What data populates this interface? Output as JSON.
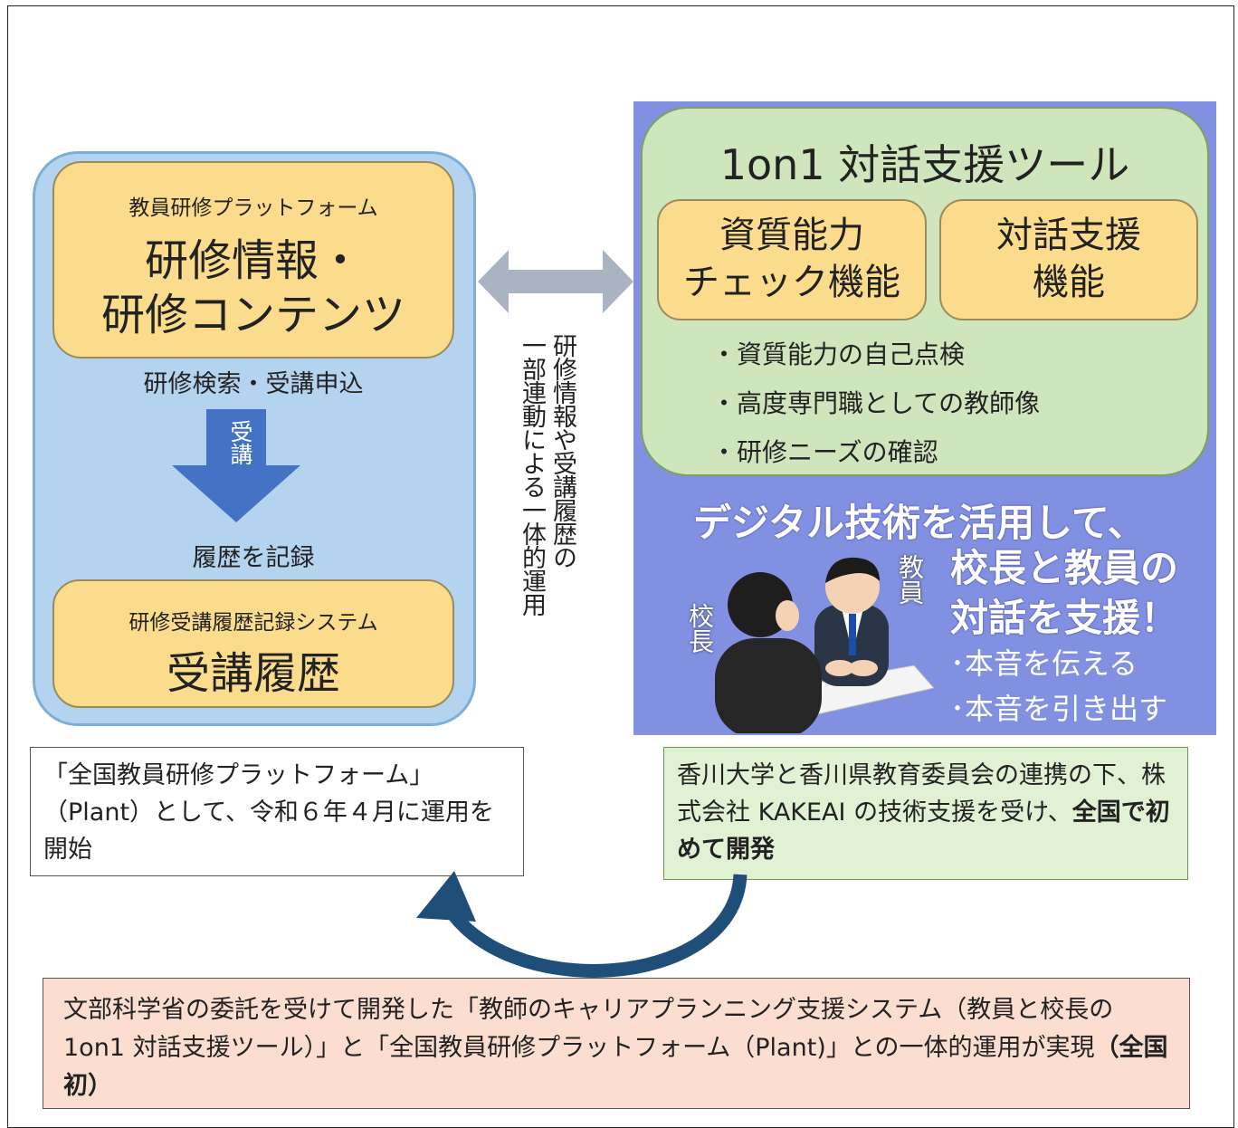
{
  "left": {
    "top_box": {
      "small": "教員研修プラットフォーム",
      "big": "研修情報・\n研修コンテンツ"
    },
    "search_text": "研修検索・受講申込",
    "arrow_label": "受講",
    "record_text": "履歴を記録",
    "bottom_box": {
      "small": "研修受講履歴記録システム",
      "big": "受講履歴"
    }
  },
  "center": {
    "col1": "研修情報や受講履歴の",
    "col2": "一部連動による一体的運用"
  },
  "right": {
    "title": "1on1 対話支援ツール",
    "box1": "資質能力\nチェック機能",
    "box2": "対話支援\n機能",
    "bullets": [
      "・資質能力の自己点検",
      "・高度専門職としての教師像",
      "・研修ニーズの確認"
    ],
    "slogan1": "デジタル技術を活用して、",
    "slogan2": "校長と教員の",
    "slogan3": "対話を支援！",
    "honne1": "･本音を伝える",
    "honne2": "･本音を引き出す",
    "label_principal": "校長",
    "label_teacher": "教員"
  },
  "info_left": "「全国教員研修プラットフォーム」（Plant）として、令和６年４月に運用を開始",
  "info_right": {
    "text": "香川大学と香川県教育委員会の連携の下、株式会社 KAKEAI の技術支援を受け、",
    "bold": "全国で初めて開発"
  },
  "bottom": {
    "text": "文部科学省の委託を受けて開発した「教師のキャリアプランニング支援システム（教員と校長の 1on1 対話支援ツール）」と「全国教員研修プラットフォーム（Plant)」との一体的運用が実現",
    "bold": "（全国初）"
  },
  "colors": {
    "left_panel": "#b4d3ee",
    "yellow": "#fbdc8c",
    "green": "#cfe6bd",
    "purple": "#8290e2",
    "arrow_blue": "#4472c4",
    "curve": "#1f4e79"
  }
}
